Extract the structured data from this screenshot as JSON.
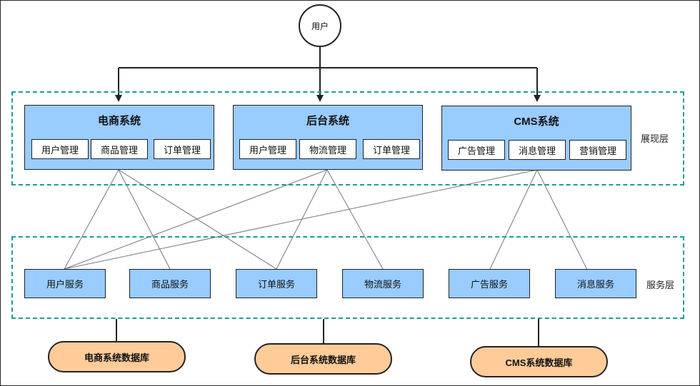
{
  "user_node": {
    "label": "用户"
  },
  "layers": {
    "presentation": "展现层",
    "service": "服务层"
  },
  "systems": [
    {
      "title": "电商系统",
      "modules": [
        "用户管理",
        "商品管理",
        "订单管理"
      ]
    },
    {
      "title": "后台系统",
      "modules": [
        "用户管理",
        "物流管理",
        "订单管理"
      ]
    },
    {
      "title": "CMS系统",
      "modules": [
        "广告管理",
        "消息管理",
        "营销管理"
      ]
    }
  ],
  "services": [
    "用户服务",
    "商品服务",
    "订单服务",
    "物流服务",
    "广告服务",
    "消息服务"
  ],
  "databases": [
    "电商系统数据库",
    "后台系统数据库",
    "CMS系统数据库"
  ],
  "colors": {
    "system_fill": "#99ccff",
    "module_fill": "#ffffff",
    "db_fill": "#ffcc99",
    "layer_border": "#1a9e97",
    "line": "#222222",
    "connector": "#777777"
  }
}
